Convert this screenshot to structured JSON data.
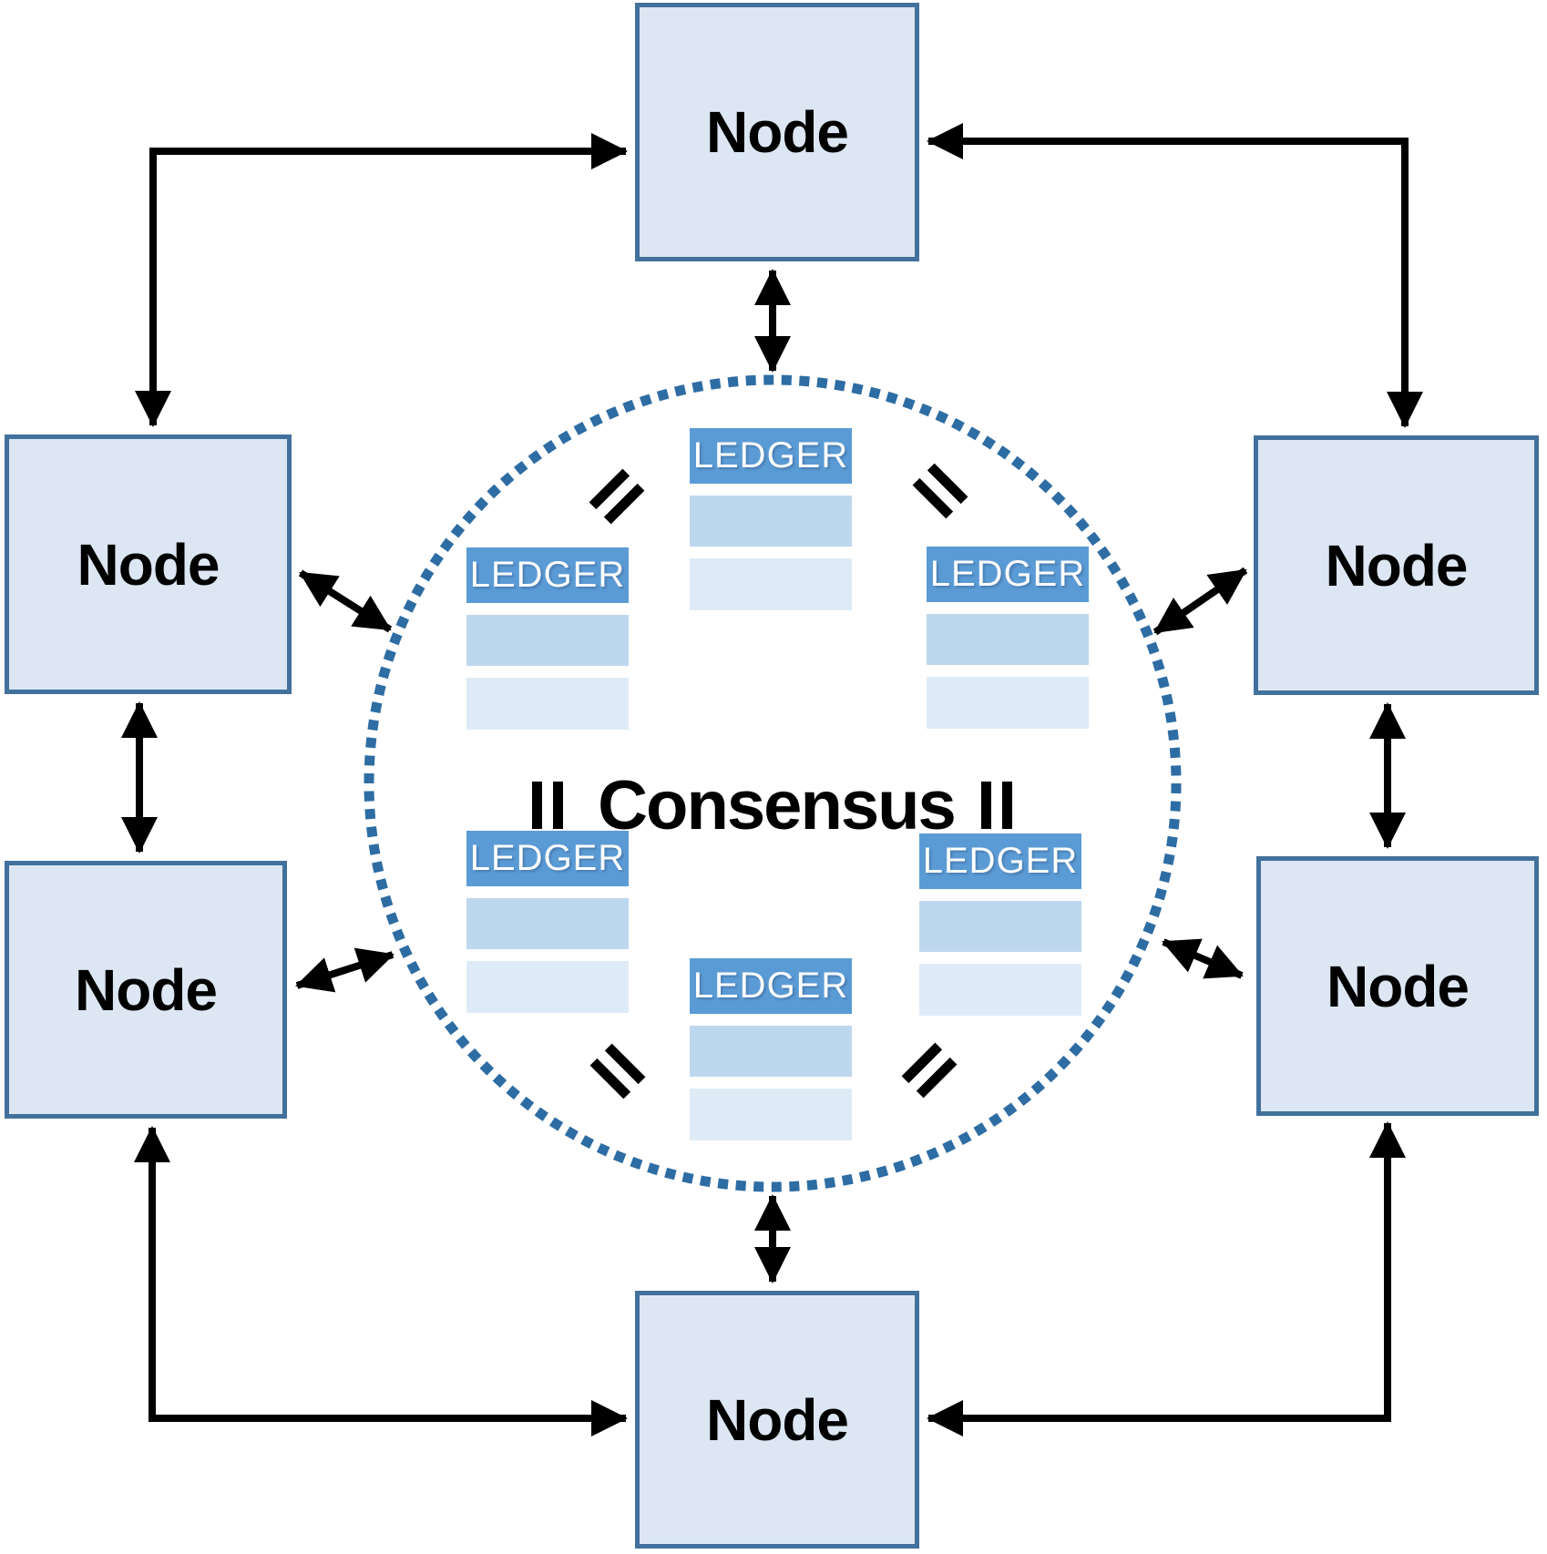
{
  "diagram": {
    "center_label": "Consensus",
    "description_labels": {
      "node": "Node",
      "ledger": "LEDGER"
    }
  },
  "nodes": [
    {
      "id": "top",
      "label": "Node"
    },
    {
      "id": "left-upper",
      "label": "Node"
    },
    {
      "id": "right-upper",
      "label": "Node"
    },
    {
      "id": "left-lower",
      "label": "Node"
    },
    {
      "id": "right-lower",
      "label": "Node"
    },
    {
      "id": "bottom",
      "label": "Node"
    }
  ],
  "ledgers": [
    {
      "id": "top-center",
      "label": "LEDGER"
    },
    {
      "id": "upper-left",
      "label": "LEDGER"
    },
    {
      "id": "upper-right",
      "label": "LEDGER"
    },
    {
      "id": "lower-left",
      "label": "LEDGER"
    },
    {
      "id": "lower-right",
      "label": "LEDGER"
    },
    {
      "id": "bottom-center",
      "label": "LEDGER"
    }
  ],
  "icons": {
    "equals-sign": "="
  },
  "colors": {
    "node-fill": "#dce7f3",
    "node-border": "#41719c",
    "ledger-header": "#5b9bd5",
    "ledger-row1": "#bdd7ee",
    "ledger-row2": "#deebf7",
    "circle-dot": "#2e6da4",
    "arrow": "#000000",
    "text": "#000000",
    "ledger-text": "#ffffff"
  }
}
